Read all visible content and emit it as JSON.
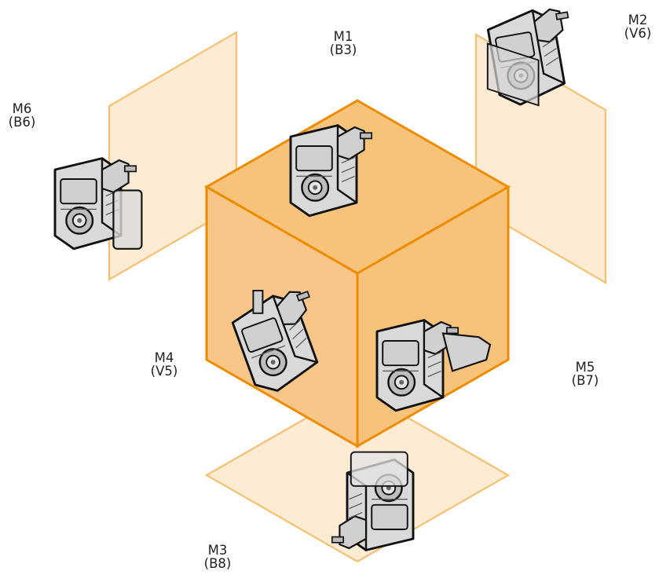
{
  "colors": {
    "cube_stroke": "#ee8c00",
    "cube_top": "#f7c37b",
    "cube_left": "#f9c68a",
    "cube_right": "#f7c37b",
    "plane_fill": "#fde8cb",
    "plane_stroke": "#f6c073",
    "gearbox_body": "#dcdcdc",
    "gearbox_outline": "#111111"
  },
  "positions": [
    {
      "code": "M1",
      "alt": "(B3)",
      "gearbox_icon": "gearbox-b3-icon"
    },
    {
      "code": "M2",
      "alt": "(V6)",
      "gearbox_icon": "gearbox-v6-icon"
    },
    {
      "code": "M3",
      "alt": "(B8)",
      "gearbox_icon": "gearbox-b8-icon"
    },
    {
      "code": "M4",
      "alt": "(V5)",
      "gearbox_icon": "gearbox-v5-icon"
    },
    {
      "code": "M5",
      "alt": "(B7)",
      "gearbox_icon": "gearbox-b7-icon"
    },
    {
      "code": "M6",
      "alt": "(B6)",
      "gearbox_icon": "gearbox-b6-icon"
    }
  ]
}
